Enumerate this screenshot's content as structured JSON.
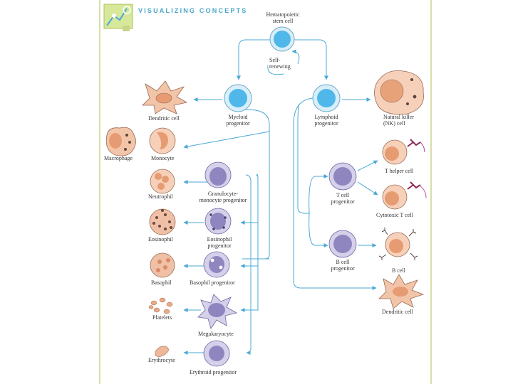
{
  "header": {
    "title": "VISUALIZING CONCEPTS"
  },
  "colors": {
    "arrow": "#4aa8d6",
    "border": "#c9d68a",
    "stem": "#7fc8ec",
    "progenitor": "#8f86c0",
    "mature": "#f1b89a"
  },
  "labels": {
    "stem_cell": [
      "Hematopoietic",
      "stem cell"
    ],
    "self_renewing": [
      "Self-",
      "renewing"
    ],
    "myeloid_progenitor": [
      "Myeloid",
      "progenitor"
    ],
    "lymphoid_progenitor": [
      "Lymphoid",
      "progenitor"
    ],
    "dendritic_cell_top": "Dendritic cell",
    "nk_cell": [
      "Natural killer",
      "(NK) cell"
    ],
    "macrophage": "Macrophage",
    "monocyte": "Monocyte",
    "neutrophil": "Neutrophil",
    "granulocyte_progenitor": [
      "Granulocyte-",
      "monocyte progenitor"
    ],
    "t_helper": "T helper cell",
    "t_cell_progenitor": [
      "T cell",
      "progenitor"
    ],
    "cytotoxic_t": "Cytotoxic T cell",
    "eosinophil": "Eosinophil",
    "eosinophil_progenitor": [
      "Eosinophil",
      "progenitor"
    ],
    "b_cell_progenitor": [
      "B cell",
      "progenitor"
    ],
    "b_cell": "B cell",
    "basophil": "Basophil",
    "basophil_progenitor": "Basophil progenitor",
    "dendritic_cell_bottom": "Dendritic cell",
    "platelets": "Platelets",
    "megakaryocyte": "Megakaryocyte",
    "erythrocyte": "Erythrocyte",
    "erythroid_progenitor": "Erythroid progenitor"
  }
}
